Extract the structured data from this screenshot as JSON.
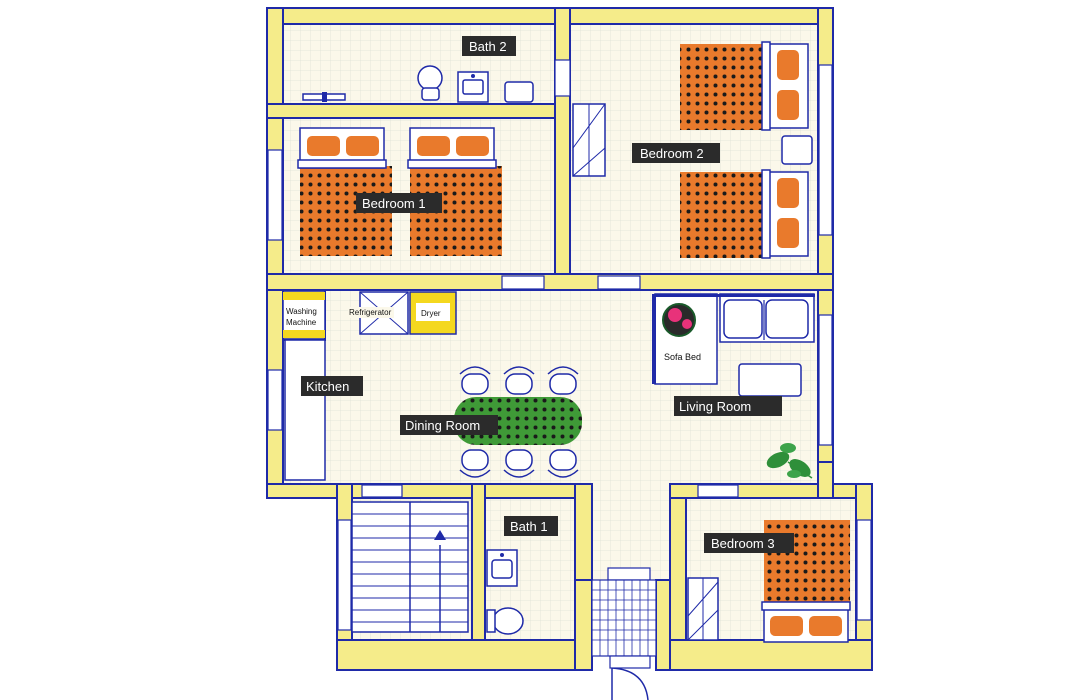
{
  "rooms": {
    "bath2": "Bath 2",
    "bedroom2": "Bedroom 2",
    "bedroom1": "Bedroom 1",
    "kitchen": "Kitchen",
    "dining": "Dining Room",
    "living": "Living Room",
    "bath1": "Bath 1",
    "bedroom3": "Bedroom 3"
  },
  "appliances": {
    "washer_line1": "Washing",
    "washer_line2": "Machine",
    "refrigerator": "Refrigerator",
    "dryer": "Dryer",
    "sofa_bed": "Sofa Bed"
  },
  "colors": {
    "wall": "#f5ec8a",
    "wall_outline": "#1f2aa8",
    "floor": "#fbf8ea",
    "bed": "#e97a2c",
    "table": "#3f9a37",
    "appliance_accent": "#f4d81f",
    "label_bg": "#2b2b2b"
  }
}
